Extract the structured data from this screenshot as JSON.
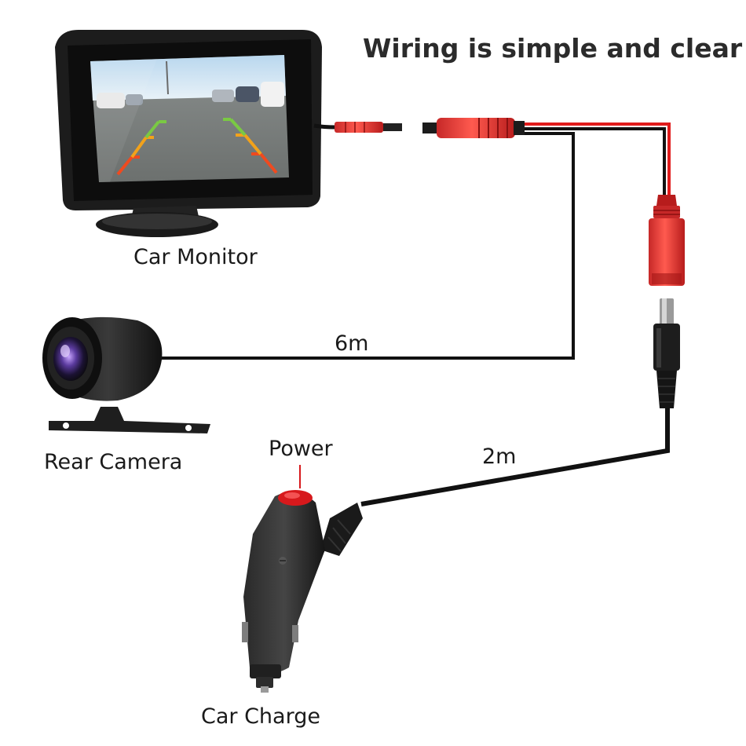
{
  "headline": "Wiring is simple and clear !",
  "labels": {
    "monitor": "Car Monitor",
    "camera": "Rear Camera",
    "power": "Power",
    "charge": "Car Charge",
    "cable_camera": "6m",
    "cable_power": "2m"
  },
  "colors": {
    "wire_black": "#111111",
    "wire_red": "#e01b1b",
    "connector_red": "#e53935",
    "power_button": "#d7191c"
  },
  "icons": {
    "monitor": "car-monitor-illustration",
    "camera": "rear-camera-illustration",
    "charger": "car-charger-illustration"
  }
}
